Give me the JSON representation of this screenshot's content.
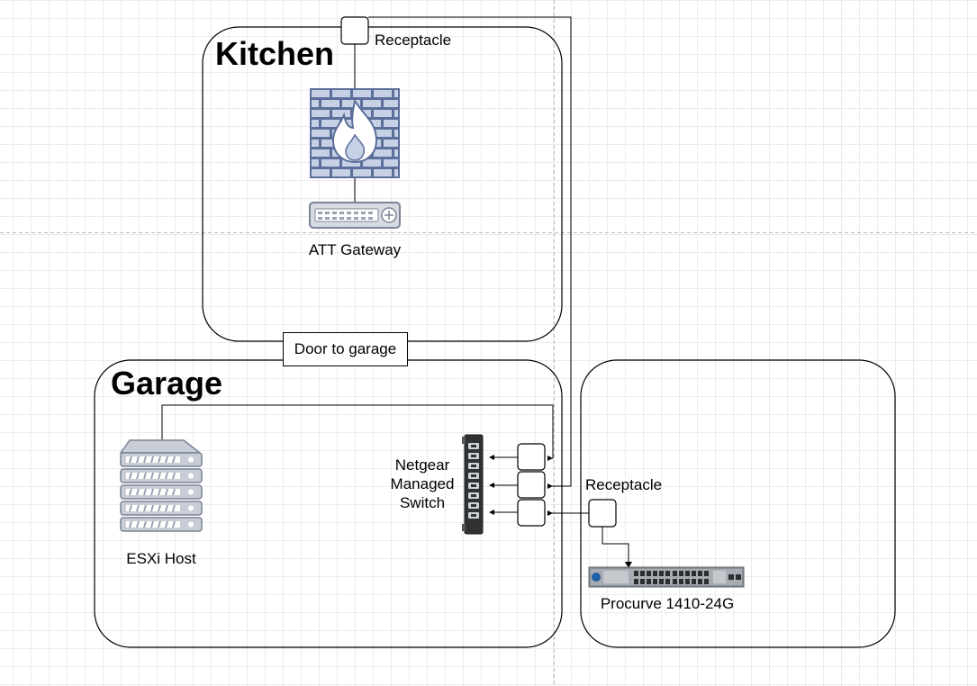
{
  "rooms": {
    "kitchen": "Kitchen",
    "garage": "Garage"
  },
  "labels": {
    "receptacle_top": "Receptacle",
    "receptacle_right": "Receptacle",
    "door": "Door to garage",
    "att_gateway": "ATT Gateway",
    "esxi_host": "ESXi Host",
    "netgear_line1": "Netgear",
    "netgear_line2": "Managed",
    "netgear_line3": "Switch",
    "procurve": "Procurve 1410-24G"
  },
  "icons": {
    "firewall": "firewall-icon",
    "gateway": "router-icon",
    "server": "server-rack-icon",
    "switch": "network-switch-icon",
    "procurve": "rack-switch-icon"
  },
  "colors": {
    "firewall_fill": "#c6d1e6",
    "firewall_stroke": "#5b6f9a",
    "device_fill": "#d7dbe3",
    "device_stroke": "#7a8496"
  }
}
